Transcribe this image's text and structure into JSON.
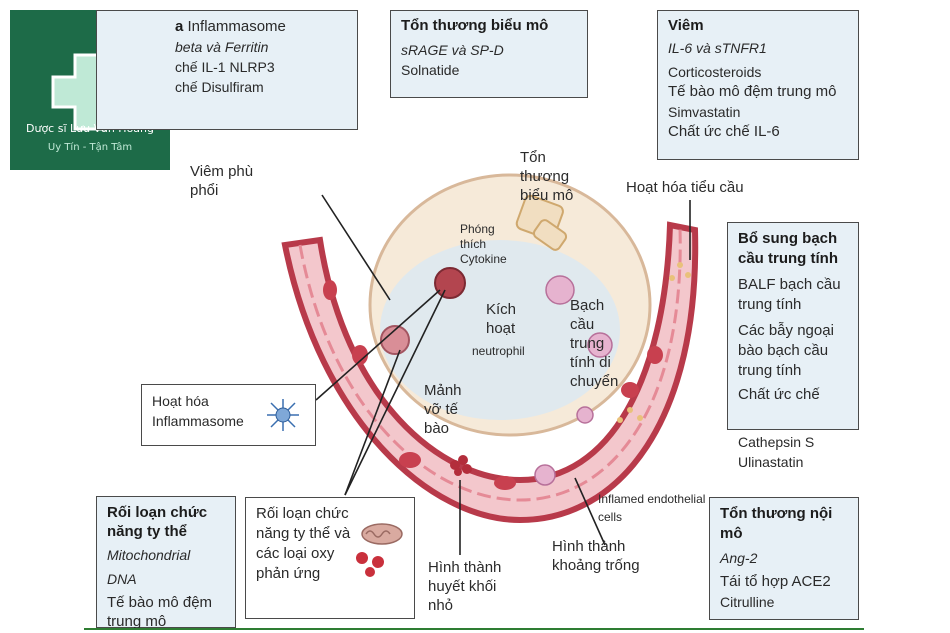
{
  "logo": {
    "name": "Dược sĩ Lưu Văn Hoàng",
    "slogan": "Uy Tín - Tận Tâm",
    "brand_color": "#1d6b48",
    "icon": "pharmacy-cross-icon"
  },
  "boxes": {
    "inflammasome": {
      "title": "a",
      "title_rest": " Inflammasome",
      "lines": [
        "beta và Ferritin",
        "chế IL-1 NLRP3",
        "chế Disulfiram"
      ]
    },
    "epithelial": {
      "title": "Tổn thương biểu mô",
      "lines": [
        "sRAGE và SP-D",
        "Solnatide"
      ]
    },
    "inflammation": {
      "title": "Viêm",
      "lines": [
        "IL-6 và sTNFR1",
        "Corticosteroids",
        "Tế bào mô đệm trung mô",
        "Simvastatin",
        "Chất ức chế IL-6"
      ]
    },
    "neutrophil": {
      "title": "Bổ sung bạch cầu trung tính",
      "lines": [
        "BALF bạch cầu trung tính",
        "Các bẫy ngoại bào bạch cầu trung tính",
        "Chất ức chế"
      ],
      "extra": [
        "Cathepsin S",
        "Ulinastatin"
      ]
    },
    "mito": {
      "title": "Rối loạn chức năng ty thể",
      "lines": [
        "Mitochondrial",
        "DNA",
        "Tế bào mô đệm trung mô"
      ]
    },
    "endothelial": {
      "title": "Tổn thương nội mô",
      "lines": [
        "Ang-2",
        "Tái tổ hợp ACE2",
        "Citrulline"
      ]
    },
    "inflammasome_activation": {
      "label": "Hoạt hóa Inflammasome"
    },
    "mito_ros": {
      "label": "Rối loạn chức năng ty thể và các loại oxy phản ứng"
    }
  },
  "labels": {
    "edema": "Viêm phù phổi",
    "epi_injury": "Tổn thương biểu mô",
    "platelet": "Hoạt hóa tiểu cầu",
    "cytokine": "Phóng thích Cytokine",
    "activate": "Kích hoạt",
    "neutrophil_word": "neutrophil",
    "migrating": "Bạch cầu trung tính di chuyển",
    "debris": "Mảnh vỡ tế bào",
    "inflamed": "Inflamed endothelial cells",
    "gaps": "Hình thành khoảng trống",
    "microthrombi": "Hình thành huyết khối nhỏ"
  },
  "colors": {
    "box_fill": "#e7f0f6",
    "vessel": "#b83a4a",
    "vessel_light": "#f3c7cc",
    "alveolus": "#f6ead9"
  }
}
